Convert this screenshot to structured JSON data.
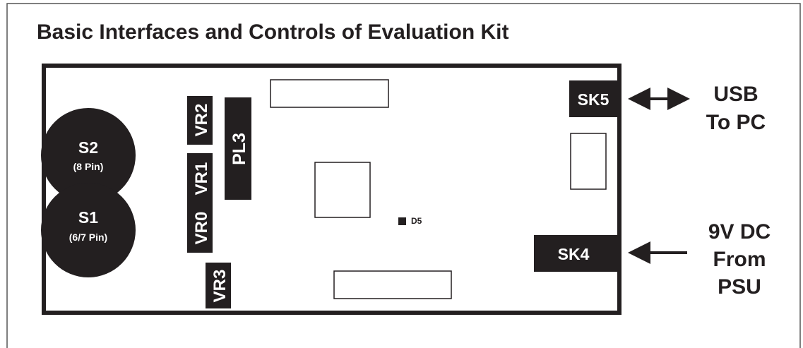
{
  "title": "Basic Interfaces and Controls of Evaluation Kit",
  "connectors": {
    "s2": {
      "label": "S2",
      "sub": "(8 Pin)"
    },
    "s1": {
      "label": "S1",
      "sub": "(6/7 Pin)"
    },
    "sk5": "SK5",
    "sk4": "SK4",
    "pl3": "PL3"
  },
  "pots": {
    "vr0": "VR0",
    "vr1": "VR1",
    "vr2": "VR2",
    "vr3": "VR3"
  },
  "led": "D5",
  "external": {
    "usb": [
      "USB",
      "To PC"
    ],
    "psu": [
      "9V DC",
      "From",
      "PSU"
    ]
  },
  "colors": {
    "ink": "#231f20",
    "paper": "#ffffff",
    "frame": "#555555"
  }
}
